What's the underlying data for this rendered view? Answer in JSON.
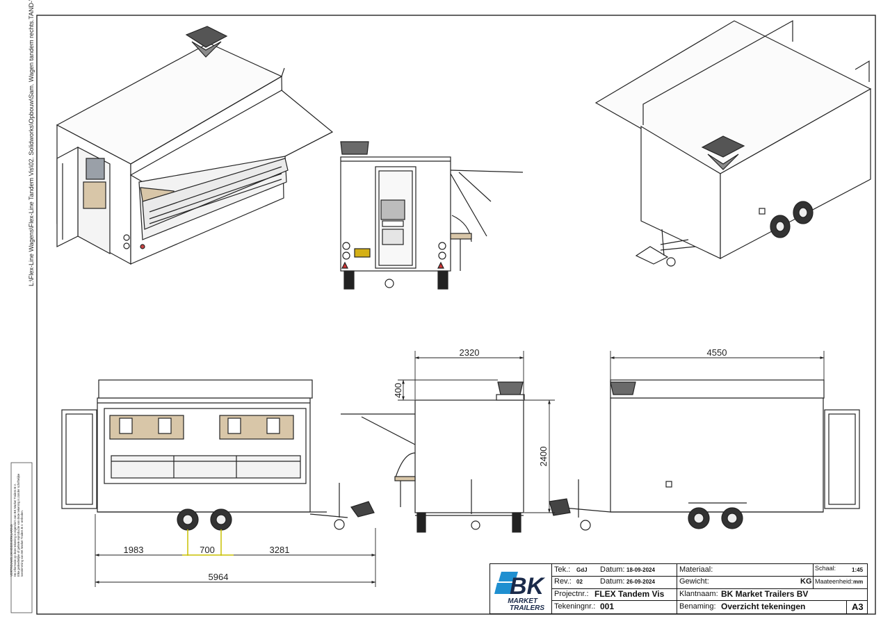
{
  "file_path": "L:\\Flex-Line Wagens\\Flex-Line Tandem Vis\\02. Solidworks\\Opbouw\\Sam. Wagen tandem rechts.TAND-VIS",
  "confidentiality": [
    "VERTROUWELIJKHEIDSVERKLARING",
    "De informatie op deze tekening is eigendom van BK Market Trailers B.V.",
    "Elke gedeeltelijke of gehele reproductie van deze tekening is zonder schriftelijke",
    "toestemming van BK Market Trailers B.V. verboden."
  ],
  "dimensions": {
    "front_width": "2320",
    "roof_height": "400",
    "total_height": "2400",
    "body_length": "4550",
    "front_to_axle": "1983",
    "axle_spacing": "700",
    "axle_to_end": "3281",
    "overall_length": "5964"
  },
  "title_block": {
    "logo_letters": "BK",
    "logo_line1": "MARKET",
    "logo_line2": "TRAILERS",
    "tek_label": "Tek.:",
    "tek_value": "GdJ",
    "datum1_label": "Datum:",
    "datum1_value": "18-09-2024",
    "rev_label": "Rev.:",
    "rev_value": "02",
    "datum2_label": "Datum:",
    "datum2_value": "26-09-2024",
    "project_label": "Projectnr.:",
    "project_value": "FLEX Tandem Vis",
    "drawing_label": "Tekeningnr.:",
    "drawing_value": "001",
    "material_label": "Materiaal:",
    "material_value": "",
    "weight_label": "Gewicht:",
    "weight_unit": "KG",
    "client_label": "Klantnaam:",
    "client_value": "BK Market Trailers BV",
    "name_label": "Benaming:",
    "name_value": "Overzicht tekeningen",
    "scale_label": "Schaal:",
    "scale_value": "1:45",
    "unit_label": "Maateenheid:",
    "unit_value": "mm",
    "format_value": "A3"
  },
  "colors": {
    "line": "#222222",
    "wood": "#d8c6a8",
    "axle_highlight": "#c8c000",
    "logo_blue": "#1f8fd0",
    "logo_dark": "#1a2a4a"
  }
}
